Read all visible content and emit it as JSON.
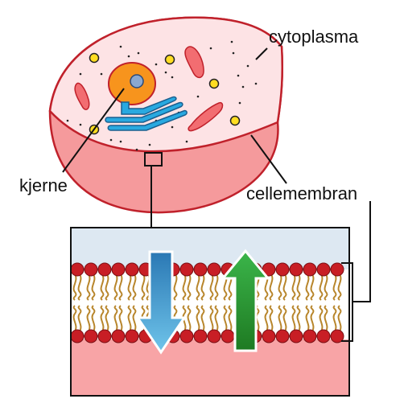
{
  "labels": {
    "cytoplasma": "cytoplasma",
    "kjerne": "kjerne",
    "cellemembran": "cellemembran"
  },
  "colors": {
    "cell_outline": "#c0212b",
    "cytoplasm_fill": "#fde3e5",
    "membrane_fill": "#f59a9c",
    "nucleus_fill": "#f7941d",
    "nucleolus_fill": "#8aa8d0",
    "er_fill": "#29a9e0",
    "mitochondria_fill": "#f26d71",
    "vesicle_fill": "#ffdd22",
    "lipid_head": "#c81e25",
    "lipid_tail": "#b8862c",
    "arrow_down": "#3d9ed3",
    "arrow_up": "#2c9a2f",
    "extracellular_fill": "#dde8f2",
    "intracellular_fill": "#f8a4a6"
  },
  "icons": {
    "arrow_down": "arrow-down-icon",
    "arrow_up": "arrow-up-icon"
  }
}
